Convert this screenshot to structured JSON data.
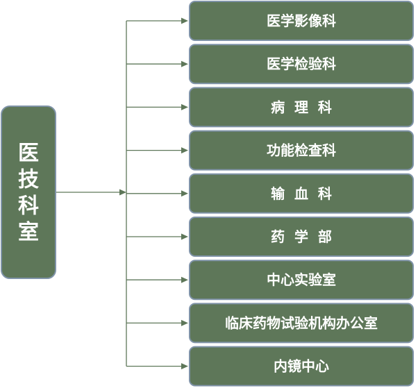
{
  "root": {
    "label": "医技科室"
  },
  "departments": [
    {
      "label": "医学影像科"
    },
    {
      "label": "医学检验科"
    },
    {
      "label": "病  理  科"
    },
    {
      "label": "功能检查科"
    },
    {
      "label": "输  血  科"
    },
    {
      "label": "药  学  部"
    },
    {
      "label": "中心实验室"
    },
    {
      "label": "临床药物试验机构办公室"
    },
    {
      "label": "内镜中心"
    }
  ],
  "colors": {
    "box_fill": "#5e7759",
    "box_border": "#7f93a8",
    "text": "#ffffff",
    "connector": "#5e7759"
  }
}
